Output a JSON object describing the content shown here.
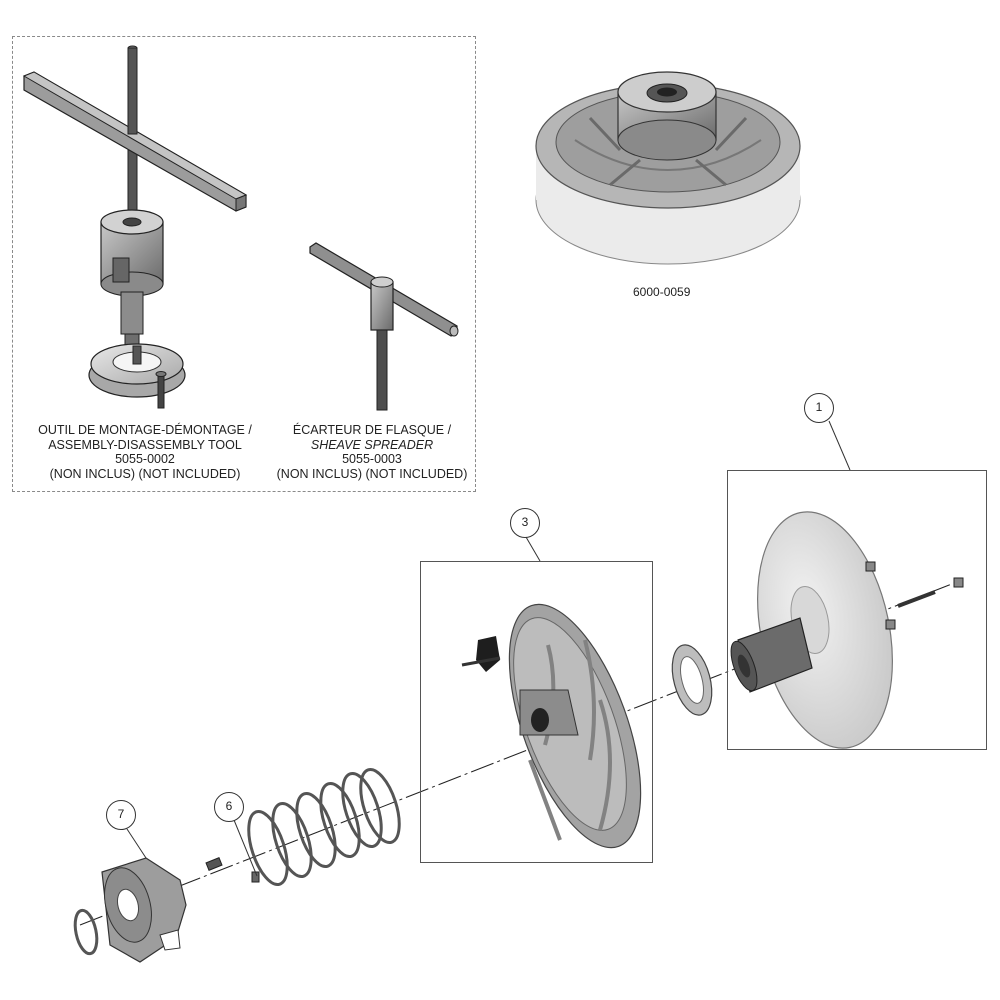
{
  "tools": {
    "assembly_tool": {
      "line1": "OUTIL DE MONTAGE-DÉMONTAGE /",
      "line2": "ASSEMBLY-DISASSEMBLY TOOL",
      "part_number": "5055-0002",
      "note": "(NON INCLUS) (NOT INCLUDED)"
    },
    "sheave_spreader": {
      "line1": "ÉCARTEUR DE FLASQUE /",
      "line2": "SHEAVE SPREADER",
      "part_number": "5055-0003",
      "note": "(NON INCLUS) (NOT INCLUDED)"
    }
  },
  "assembly": {
    "part_number": "6000-0059"
  },
  "callouts": {
    "c1": "1",
    "c3": "3",
    "c6": "6",
    "c7": "7"
  }
}
